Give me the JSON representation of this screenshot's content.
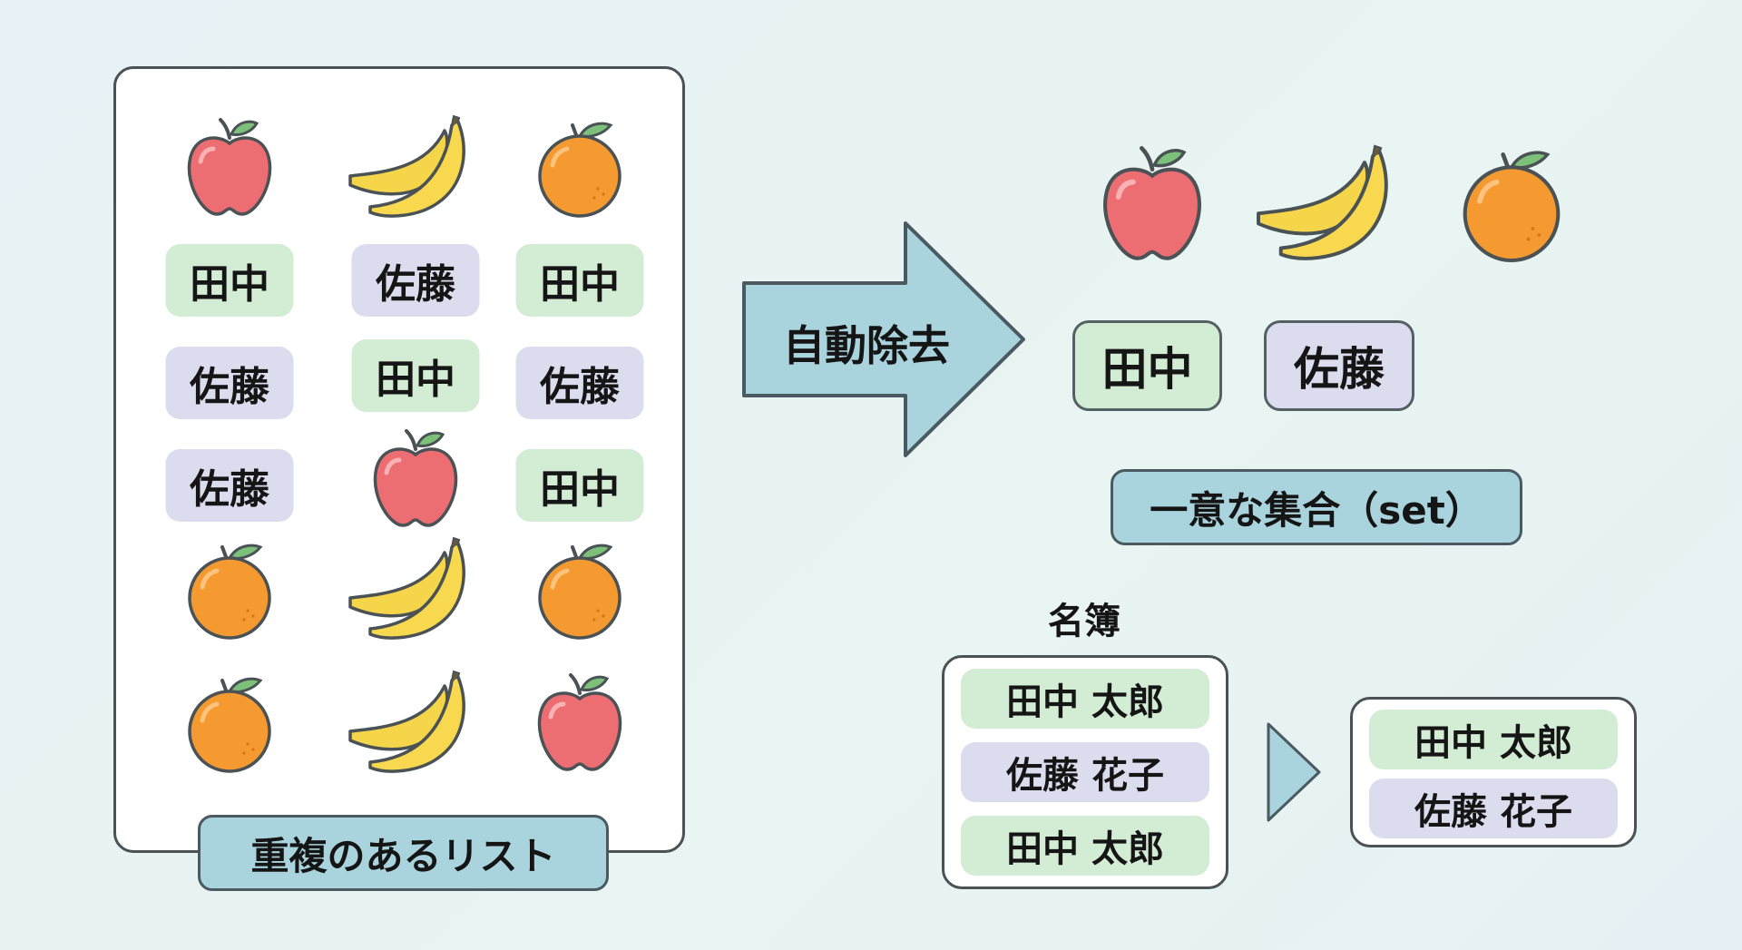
{
  "colors": {
    "green": "#d3ecd4",
    "purple": "#dcdcef",
    "label": "#a9d4de",
    "arrow": "#a9d4de"
  },
  "list_panel": {
    "label": "重複のあるリスト",
    "items": [
      {
        "type": "apple"
      },
      {
        "type": "banana"
      },
      {
        "type": "orange"
      },
      {
        "type": "tag",
        "label": "田中",
        "color": "green"
      },
      {
        "type": "tag",
        "label": "佐藤",
        "color": "purple"
      },
      {
        "type": "tag",
        "label": "田中",
        "color": "green"
      },
      {
        "type": "tag",
        "label": "佐藤",
        "color": "purple"
      },
      {
        "type": "tag",
        "label": "田中",
        "color": "green"
      },
      {
        "type": "tag",
        "label": "佐藤",
        "color": "purple"
      },
      {
        "type": "tag",
        "label": "佐藤",
        "color": "purple"
      },
      {
        "type": "apple"
      },
      {
        "type": "tag",
        "label": "田中",
        "color": "green"
      },
      {
        "type": "orange"
      },
      {
        "type": "banana"
      },
      {
        "type": "orange"
      },
      {
        "type": "orange"
      },
      {
        "type": "banana"
      },
      {
        "type": "apple"
      }
    ]
  },
  "arrow": {
    "label": "自動除去"
  },
  "unique_set": {
    "fruits": [
      "apple",
      "banana",
      "orange"
    ],
    "tags": [
      {
        "label": "田中",
        "color": "green"
      },
      {
        "label": "佐藤",
        "color": "purple"
      }
    ],
    "label": "一意な集合（set）"
  },
  "roster": {
    "title": "名簿",
    "before": [
      {
        "label": "田中 太郎",
        "color": "green"
      },
      {
        "label": "佐藤 花子",
        "color": "purple"
      },
      {
        "label": "田中 太郎",
        "color": "green"
      }
    ],
    "after": [
      {
        "label": "田中 太郎",
        "color": "green"
      },
      {
        "label": "佐藤 花子",
        "color": "purple"
      }
    ]
  }
}
